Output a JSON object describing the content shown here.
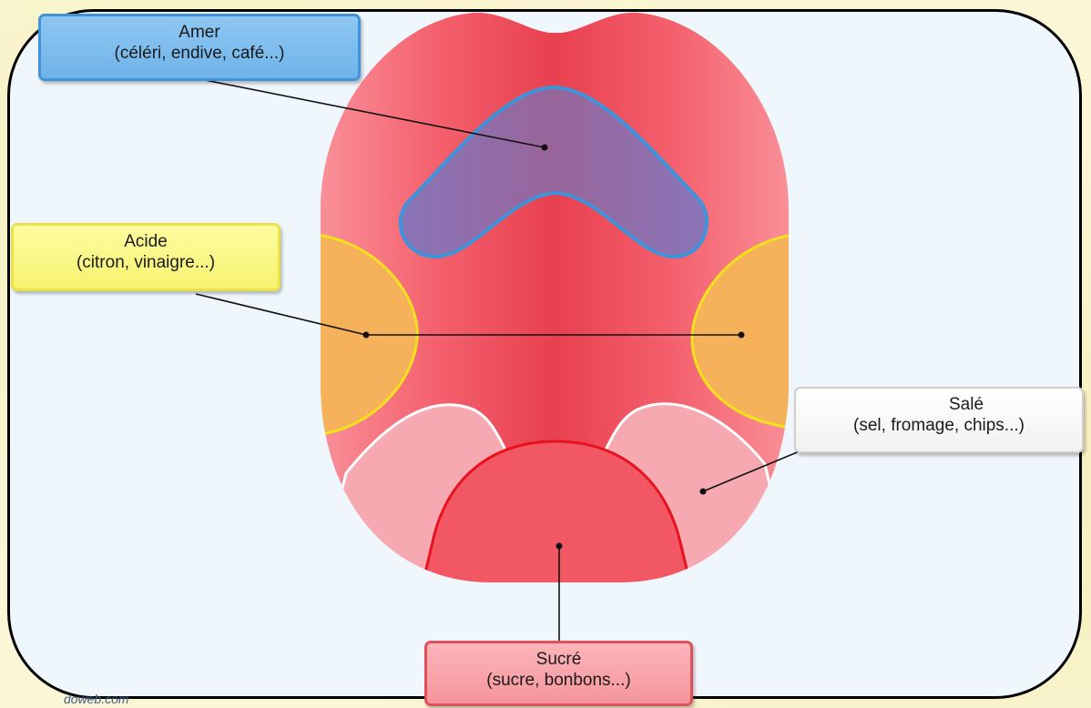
{
  "tastes": {
    "amer": {
      "title": "Amer",
      "examples": "(céléri, endive, café...)"
    },
    "acide": {
      "title": "Acide",
      "examples": "(citron, vinaigre...)"
    },
    "sale": {
      "title": "Salé",
      "examples": "(sel, fromage, chips...)"
    },
    "sucre": {
      "title": "Sucré",
      "examples": "(sucre, bonbons...)"
    }
  },
  "credit": "doweb.com",
  "colors": {
    "amer": "#3e93da",
    "acide": "#f2e21c",
    "sale": "#ffffff",
    "sucre": "#e8121e",
    "tongue": "#f45c6a"
  }
}
